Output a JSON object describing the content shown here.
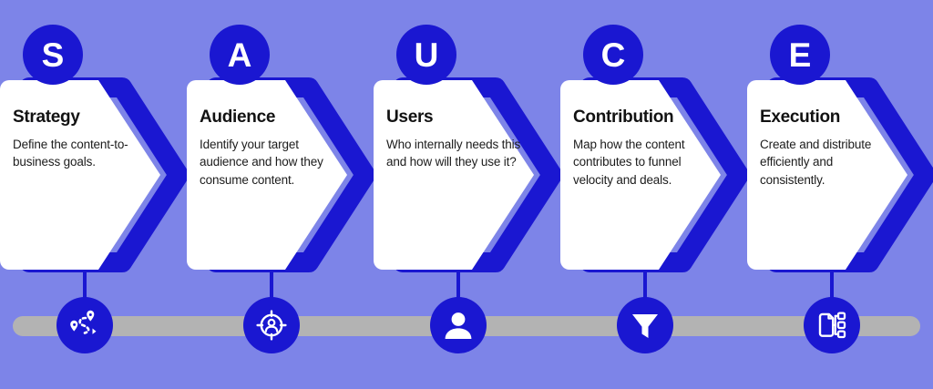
{
  "meta": {
    "acronym": "SAUCE",
    "background_color": "#7d84e8",
    "accent_blue": "#1a17d1",
    "card_color": "#ffffff",
    "rail_color": "#b3b3b3",
    "text_color": "#121212"
  },
  "steps": [
    {
      "letter": "S",
      "title": "Strategy",
      "description": "Define the content-to-business goals.",
      "icon": "route-pins-icon"
    },
    {
      "letter": "A",
      "title": "Audience",
      "description": "Identify your target audience and how they consume content.",
      "icon": "target-audience-icon"
    },
    {
      "letter": "U",
      "title": "Users",
      "description": "Who internally needs this and how will they use it?",
      "icon": "person-icon"
    },
    {
      "letter": "C",
      "title": "Contribution",
      "description": "Map how the content contributes to funnel velocity and deals.",
      "icon": "funnel-icon"
    },
    {
      "letter": "E",
      "title": "Execution",
      "description": "Create and distribute efficiently and consistently.",
      "icon": "content-distribution-icon"
    }
  ]
}
